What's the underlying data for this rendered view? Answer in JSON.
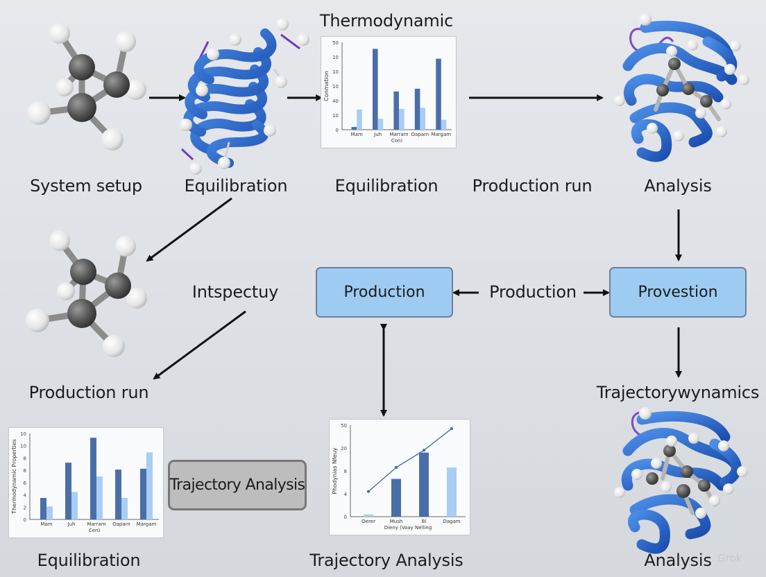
{
  "labels": {
    "top_title": "Thermodynamic",
    "system_setup": "System setup",
    "equilibration_1": "Equilibration",
    "equilibration_2": "Equilibration",
    "production_run_top": "Production run",
    "analysis_top": "Analysis",
    "inspectuy": "Intspectuy",
    "production_mid": "Production",
    "production_run_left": "Production run",
    "trajectorywynamics": "Trajectorywynamics",
    "equilibration_bottom": "Equilibration",
    "trajectory_analysis_bottom": "Trajectory Analysis",
    "analysis_bottom": "Analysis"
  },
  "boxes": {
    "production": "Production",
    "provestion": "Provestion",
    "trajectory_analysis": "Trajectory Analysis"
  },
  "colors": {
    "dark_bar": "#4a6fa8",
    "light_bar": "#a9cdf5",
    "box_blue": "#9ecbf1",
    "box_gray": "#bdbdbd",
    "ribbon": "#2f6fcf",
    "atom_carbon": "#5a5a5a",
    "atom_hydrogen": "#f2f2f2"
  },
  "chart_data": [
    {
      "type": "bar",
      "ylabel": "Conmation",
      "xlabel": "Con)",
      "categories": [
        "Mam",
        "Juh",
        "Marram",
        "Oaparn",
        "Margam"
      ],
      "yticks": [
        "50",
        "10",
        "10",
        "10",
        "40",
        "10",
        "0"
      ],
      "series": [
        {
          "values": [
            0.5,
            14.8,
            7.0,
            7.5,
            13.0
          ]
        },
        {
          "values": [
            3.7,
            2.0,
            3.8,
            4.0,
            1.8
          ]
        }
      ],
      "ylim": [
        0,
        16
      ]
    },
    {
      "type": "bar",
      "ylabel": "Thermodynamic Properties",
      "xlabel": "Cen)",
      "categories": [
        "Mam",
        "Juh",
        "Marram",
        "Oaparn",
        "Margam"
      ],
      "yticks": [
        "10",
        "10",
        "8",
        "8",
        "6",
        "4",
        "2",
        "0"
      ],
      "series": [
        {
          "values": [
            2.5,
            6.6,
            9.5,
            5.8,
            5.9
          ]
        },
        {
          "values": [
            1.5,
            3.2,
            5.0,
            2.5,
            7.8
          ]
        }
      ],
      "ylim": [
        0,
        10
      ]
    },
    {
      "type": "bar+line",
      "ylabel": "Phodynias Nfeuy",
      "xlabel": "Dieny (Voay Nelling",
      "categories": [
        "Oerer",
        "Mush",
        "Bl",
        "Dagam"
      ],
      "yticks": [
        "50",
        "20",
        "8",
        "4",
        "0"
      ],
      "series": [
        {
          "values": [
            1.0,
            16.5,
            28.0,
            21.5
          ]
        },
        {
          "values": [
            11.0,
            21.5,
            29.0,
            38.5
          ]
        }
      ],
      "ylim": [
        0,
        40
      ]
    }
  ],
  "watermark": "Grok"
}
